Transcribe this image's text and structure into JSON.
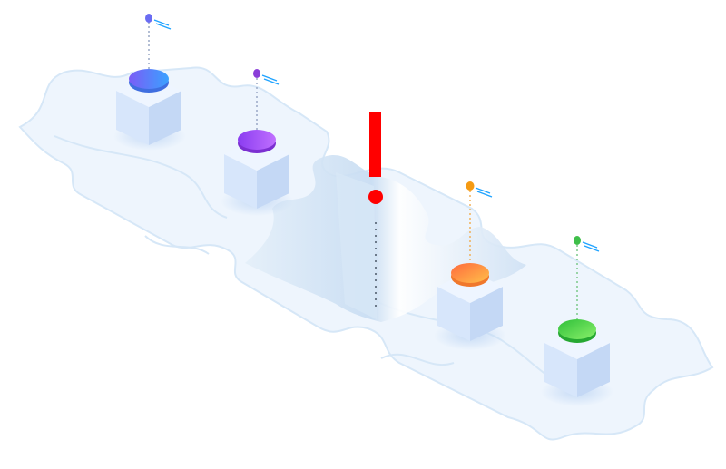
{
  "illustration": {
    "colors": {
      "puzzle_fill": "#eef5fd",
      "puzzle_stroke": "#d6e7f7",
      "cube_top": "#eef5ff",
      "cube_left": "#d7e6fb",
      "cube_right": "#c4d8f5",
      "hole_wall": "#cfe2f6",
      "alert_red": "#ff0000",
      "flag_blue": "#1fa3ff"
    },
    "blocks": [
      {
        "name": "blue",
        "gradient": [
          "#7b5cf6",
          "#3aa2ff"
        ],
        "flag_dot": "#6a6cf2"
      },
      {
        "name": "purple",
        "gradient": [
          "#8a3cf0",
          "#c070ff"
        ],
        "flag_dot": "#8a3ed8"
      },
      {
        "name": "orange",
        "gradient": [
          "#ff6a3d",
          "#ffc04a"
        ],
        "flag_dot": "#f59a12"
      },
      {
        "name": "green",
        "gradient": [
          "#2fbf3a",
          "#8af06a"
        ],
        "flag_dot": "#3fbf4a"
      }
    ],
    "alert_icon": "exclamation-icon",
    "missing_piece_icon": "puzzle-gap-icon"
  }
}
